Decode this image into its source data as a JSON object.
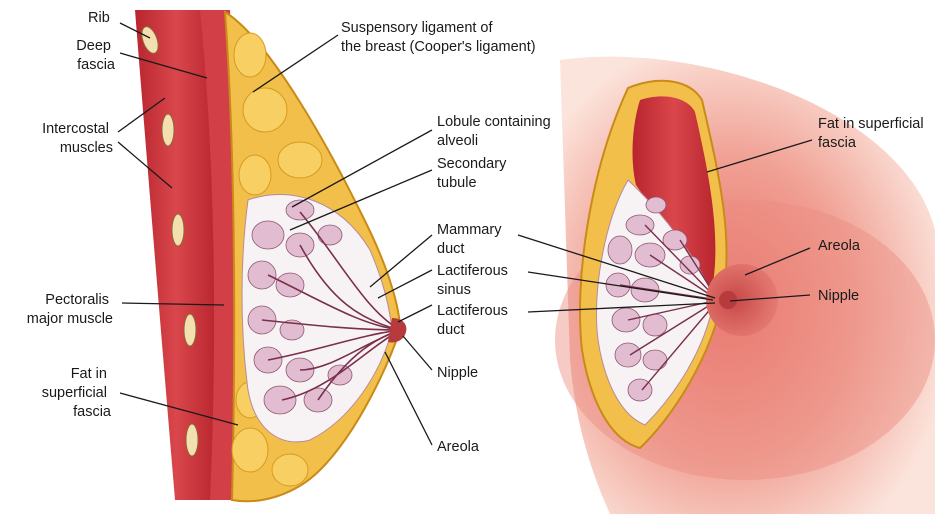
{
  "left_labels": {
    "rib": "Rib",
    "deep_fascia": [
      "Deep",
      "fascia"
    ],
    "intercostal_muscles": [
      "Intercostal",
      "muscles"
    ],
    "pectoralis": [
      "Pectoralis",
      "major muscle"
    ],
    "fat_superficial": [
      "Fat in",
      "superficial",
      "fascia"
    ]
  },
  "center_labels": {
    "suspensory": [
      "Suspensory ligament of",
      "the breast (Cooper's ligament)"
    ],
    "lobule": [
      "Lobule containing",
      "alveoli"
    ],
    "secondary_tubule": [
      "Secondary",
      "tubule"
    ],
    "mammary_duct": [
      "Mammary",
      "duct"
    ],
    "lactiferous_sinus": [
      "Lactiferous",
      "sinus"
    ],
    "lactiferous_duct": [
      "Lactiferous",
      "duct"
    ],
    "nipple": "Nipple",
    "areola": "Areola"
  },
  "right_labels": {
    "fat_superficial": [
      "Fat in superficial",
      "fascia"
    ],
    "areola": "Areola",
    "nipple": "Nipple"
  },
  "colors": {
    "muscle": "#c8323a",
    "muscle_light": "#e2868a",
    "fat": "#f2c04a",
    "fat_outline": "#d79a1f",
    "skin": "#f6c3b5",
    "skin_deep": "#e9786f",
    "gland": "#e7c8d8",
    "gland_outline": "#8e5670",
    "duct": "#7a2f4b",
    "areola": "#e06060",
    "label_text": "#1a1a1a"
  }
}
